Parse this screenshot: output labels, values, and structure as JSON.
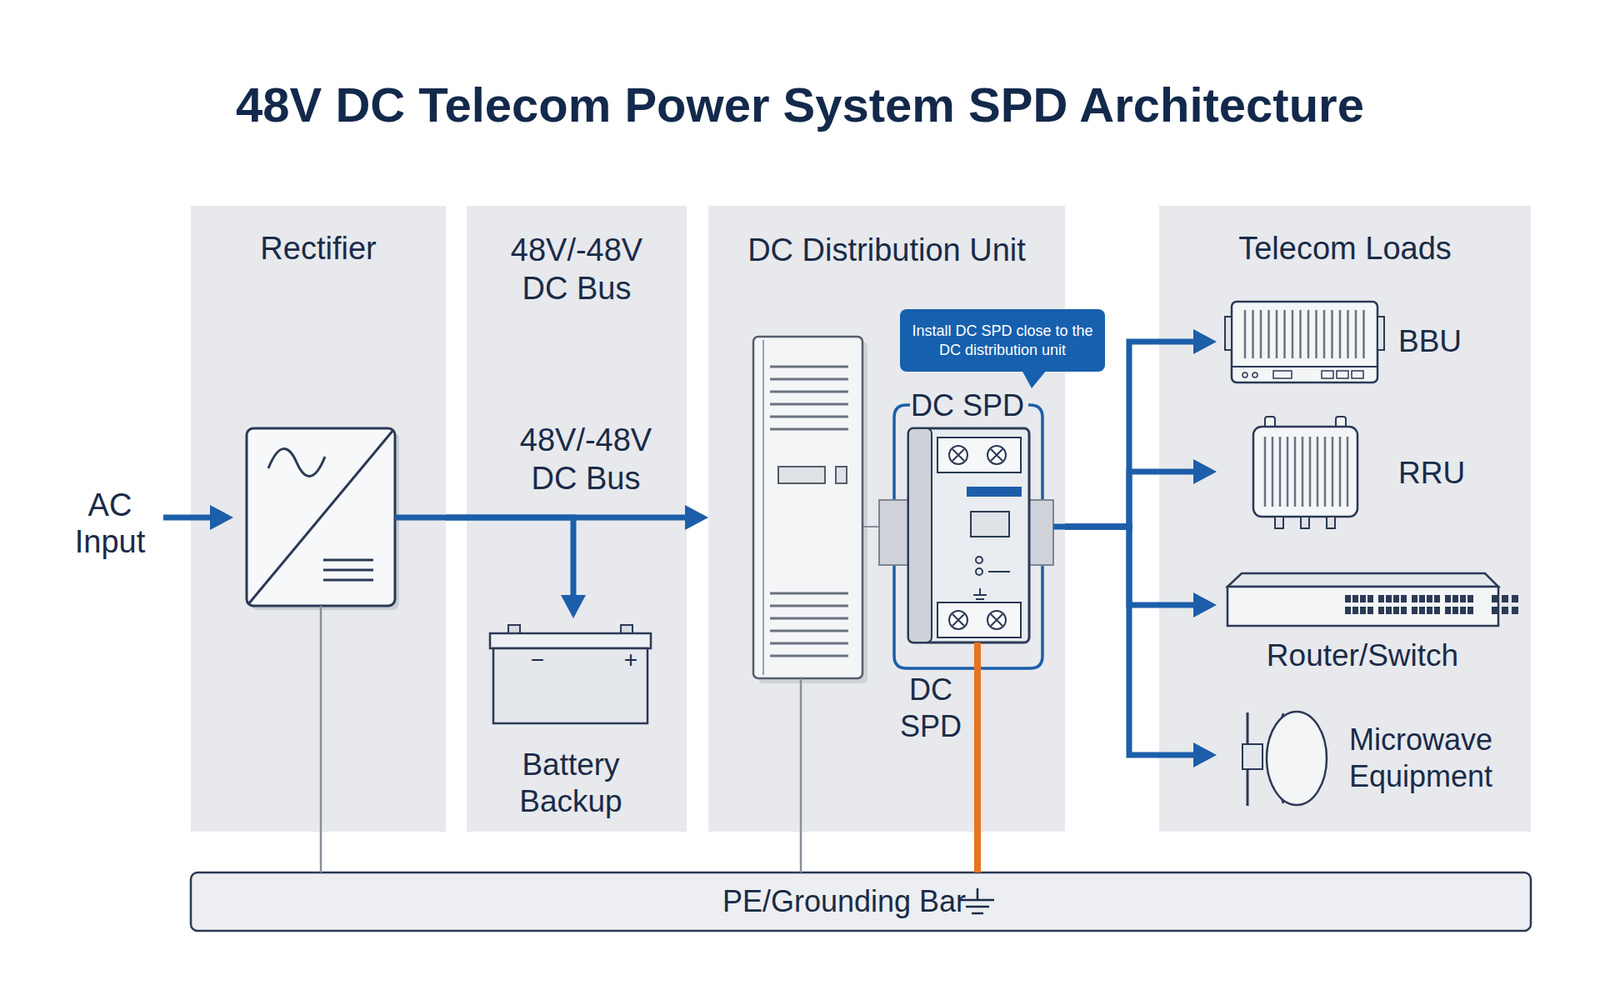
{
  "diagram": {
    "title": "48V DC Telecom Power System SPD Architecture",
    "nodes": [
      {
        "text": [
          "Rectifier"
        ]
      },
      {
        "text": [
          "48V/-48V DC Bus"
        ]
      },
      {
        "text": [
          "Battery Backup"
        ],
        "in": 1
      },
      {
        "text": [
          "DC Distribution Unit"
        ]
      },
      {
        "text": [
          "Install DC SPD close to the DC distribution unit"
        ]
      },
      {
        "text": [
          "DC SPD",
          "DC SPD"
        ],
        "in": 3
      },
      {
        "text": [
          "Telecom Loads"
        ]
      },
      {
        "text": [
          "BBU"
        ],
        "in": 6
      },
      {
        "text": [
          "RRU"
        ],
        "in": 6
      },
      {
        "text": [
          "Router/Switch"
        ],
        "in": 6
      },
      {
        "text": [
          "Microwave Equipment"
        ],
        "in": 6
      },
      {
        "text": [
          "PE/Grounding Bar"
        ]
      }
    ],
    "edges": [
      {
        "from": 0,
        "to": 3,
        "arrow": "to"
      },
      {
        "from": 0,
        "to": 2,
        "arrow": "to"
      },
      {
        "from": 3,
        "to": 7,
        "arrow": "to"
      },
      {
        "from": 3,
        "to": 8,
        "arrow": "to"
      },
      {
        "from": 3,
        "to": 9,
        "arrow": "to"
      },
      {
        "from": 3,
        "to": 10,
        "arrow": "to"
      },
      {
        "from": 0,
        "to": 11,
        "arrow": "none"
      },
      {
        "from": 3,
        "to": 11,
        "arrow": "none"
      },
      {
        "from": 5,
        "to": 11,
        "arrow": "none"
      }
    ],
    "labels": [
      "AC Input",
      "48V/-48V DC Bus",
      "−",
      "+"
    ]
  }
}
